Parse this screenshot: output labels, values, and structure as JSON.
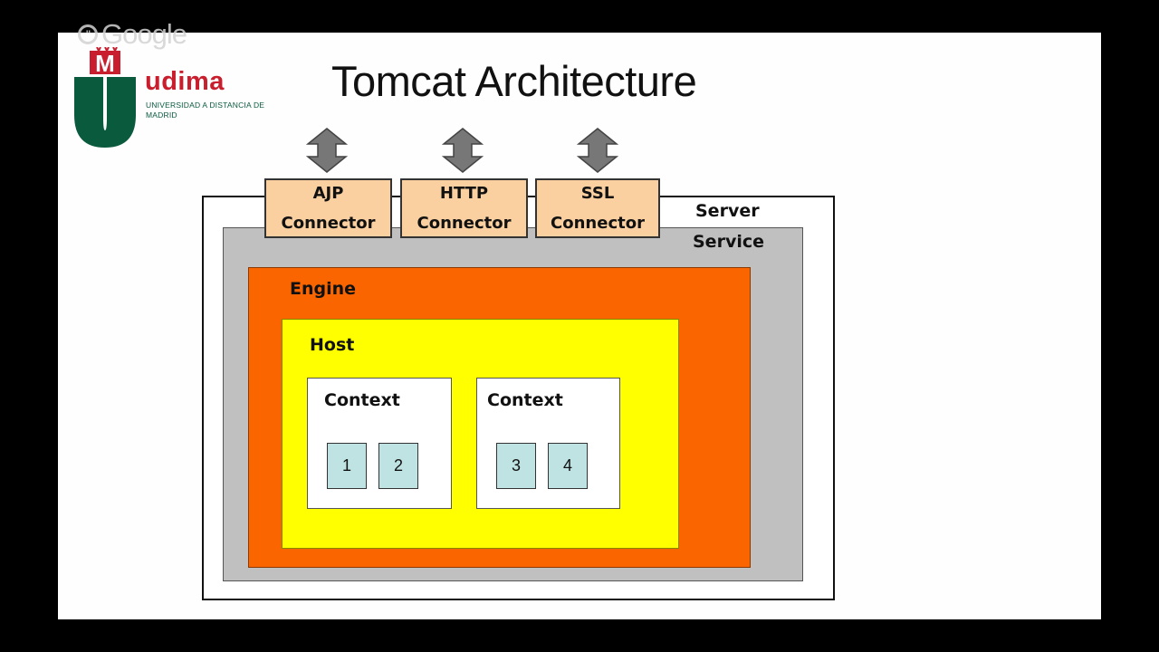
{
  "watermark": {
    "text": "Google"
  },
  "logo": {
    "letter": "M",
    "name": "udima",
    "subtitle": "UNIVERSIDAD A DISTANCIA DE MADRID"
  },
  "slide": {
    "title": "Tomcat Architecture"
  },
  "diagram": {
    "server_label": "Server",
    "service_label": "Service",
    "engine_label": "Engine",
    "host_label": "Host",
    "connectors": [
      {
        "line1": "AJP",
        "line2": "Connector"
      },
      {
        "line1": "HTTP",
        "line2": "Connector"
      },
      {
        "line1": "SSL",
        "line2": "Connector"
      }
    ],
    "contexts": [
      {
        "label": "Context",
        "items": [
          "1",
          "2"
        ]
      },
      {
        "label": "Context",
        "items": [
          "3",
          "4"
        ]
      }
    ]
  },
  "colors": {
    "server": "#ffffff",
    "service": "#c0c0c0",
    "engine": "#fb6500",
    "host": "#ffff00",
    "context": "#ffffff",
    "servlet": "#bfe3e3",
    "connector": "#fad0a0",
    "logo_green": "#0a5a3e",
    "logo_red": "#c81e2d"
  }
}
